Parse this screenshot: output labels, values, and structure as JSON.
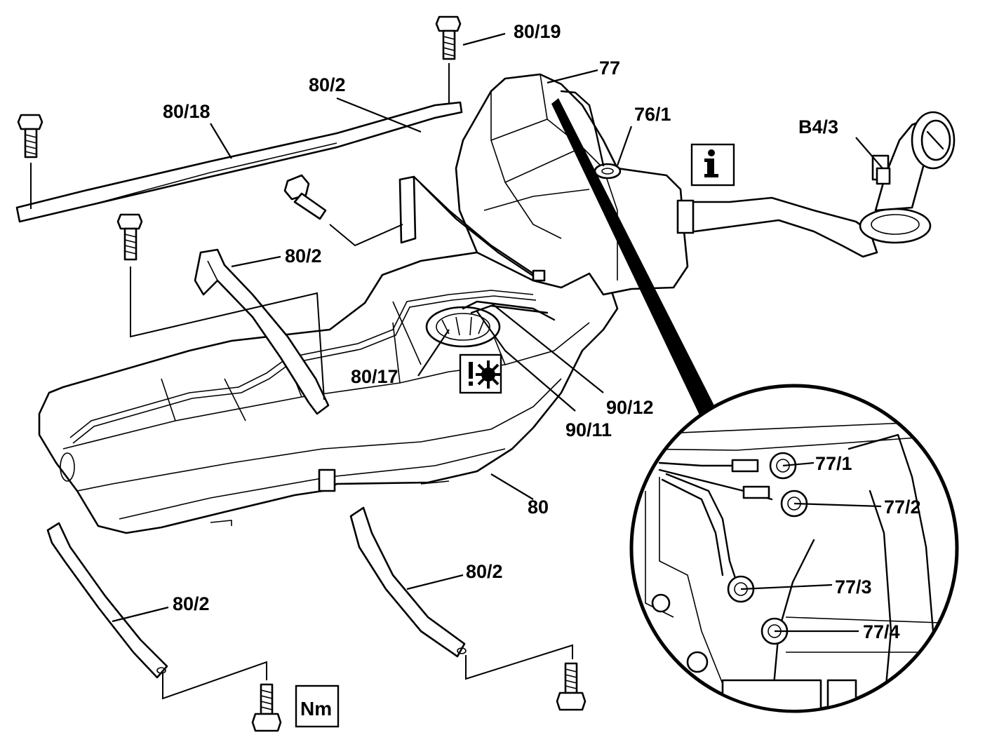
{
  "labels": {
    "bolt_80_19": "80/19",
    "tank_77": "77",
    "strap_80_2_top": "80/2",
    "bar_80_18": "80/18",
    "valve_76_1": "76/1",
    "sensor_b4_3": "B4/3",
    "strap_80_2_mid": "80/2",
    "sender_80_17": "80/17",
    "line_90_12": "90/12",
    "line_90_11": "90/11",
    "tank_80": "80",
    "strap_80_2_low_right": "80/2",
    "strap_80_2_low_left": "80/2",
    "conn_77_1": "77/1",
    "conn_77_2": "77/2",
    "conn_77_3": "77/3",
    "conn_77_4": "77/4"
  },
  "icons": {
    "info": "i",
    "torque": "Nm",
    "warning": "warning-icon"
  }
}
